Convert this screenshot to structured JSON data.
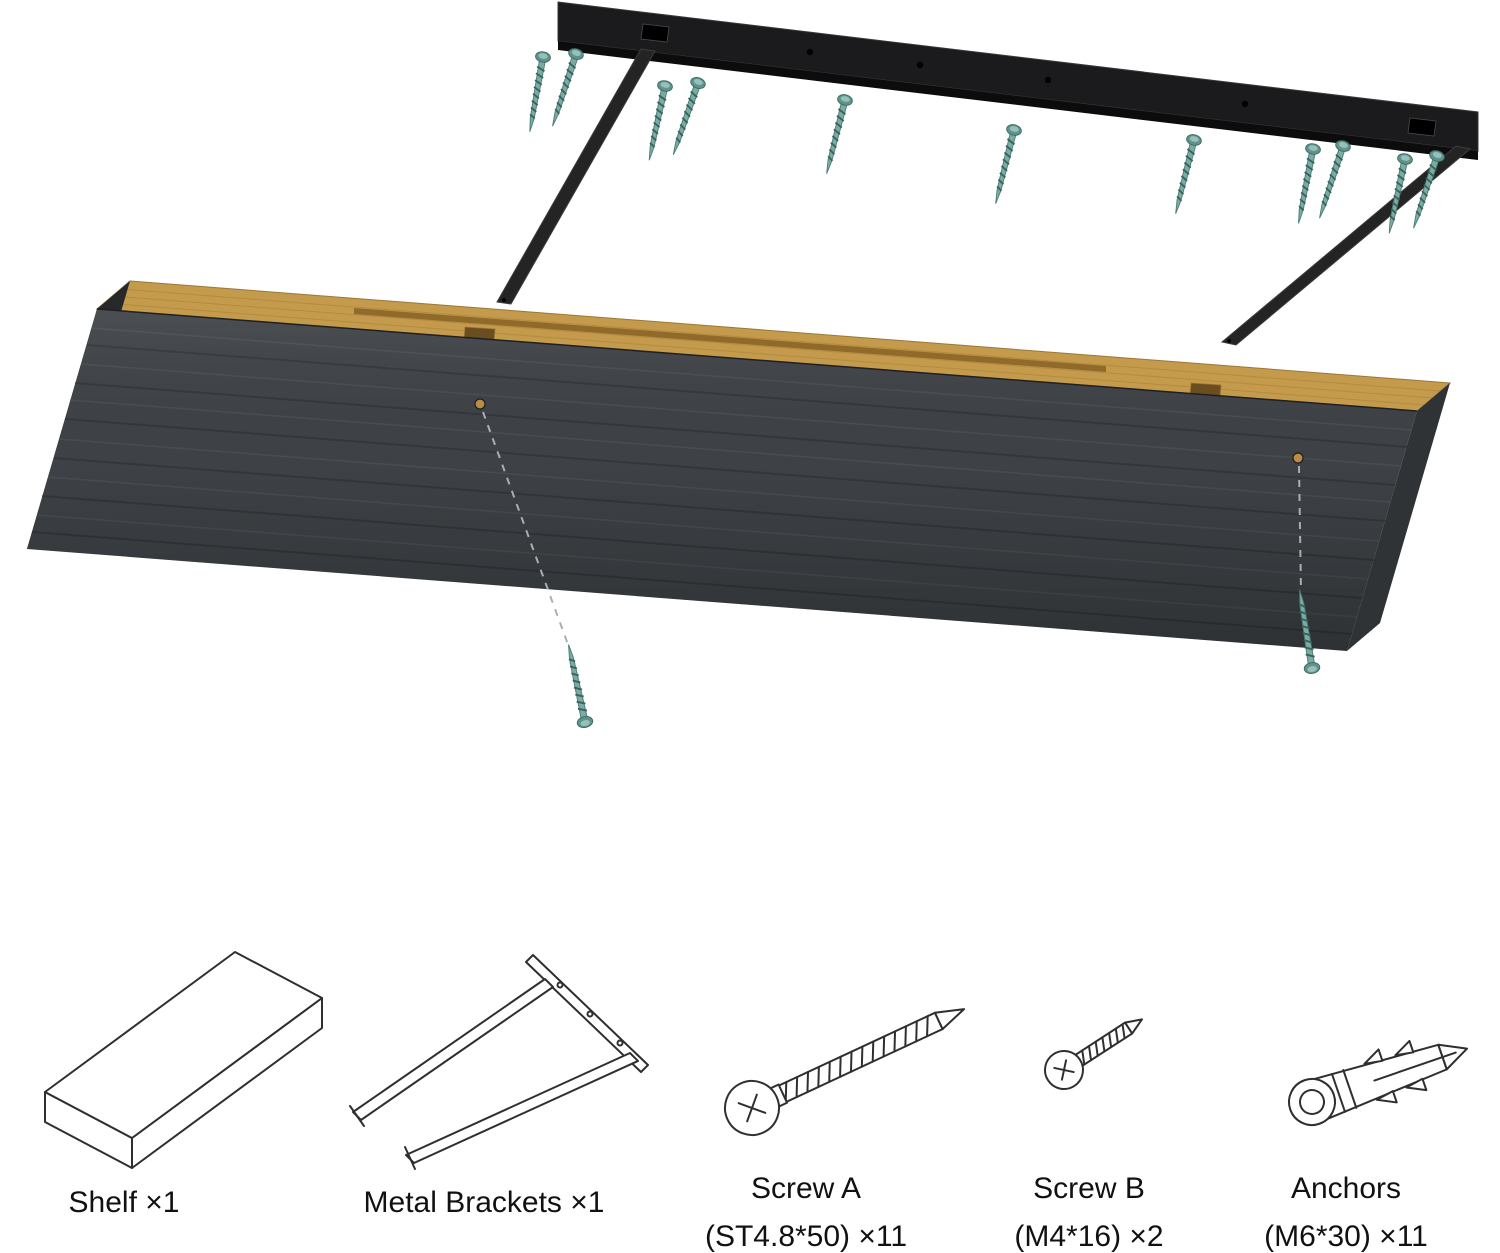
{
  "palette": {
    "background": "#ffffff",
    "text": "#111111",
    "bracket_black": "#1b1b1d",
    "shelf_face": "#3e4246",
    "shelf_core": "#c49a4c",
    "screw_teal": "#7aaca5",
    "outline": "#2f2f2f",
    "dash_gray": "#a8aeb3"
  },
  "parts": {
    "items": [
      {
        "id": "shelf",
        "label": "Shelf ×1",
        "sublabel": ""
      },
      {
        "id": "metal-brackets",
        "label": "Metal Brackets ×1",
        "sublabel": ""
      },
      {
        "id": "screw-a",
        "label": "Screw A",
        "sublabel": "(ST4.8*50) ×11"
      },
      {
        "id": "screw-b",
        "label": "Screw B",
        "sublabel": "(M4*16) ×2"
      },
      {
        "id": "anchors",
        "label": "Anchors",
        "sublabel": "(M6*30) ×11"
      }
    ]
  }
}
